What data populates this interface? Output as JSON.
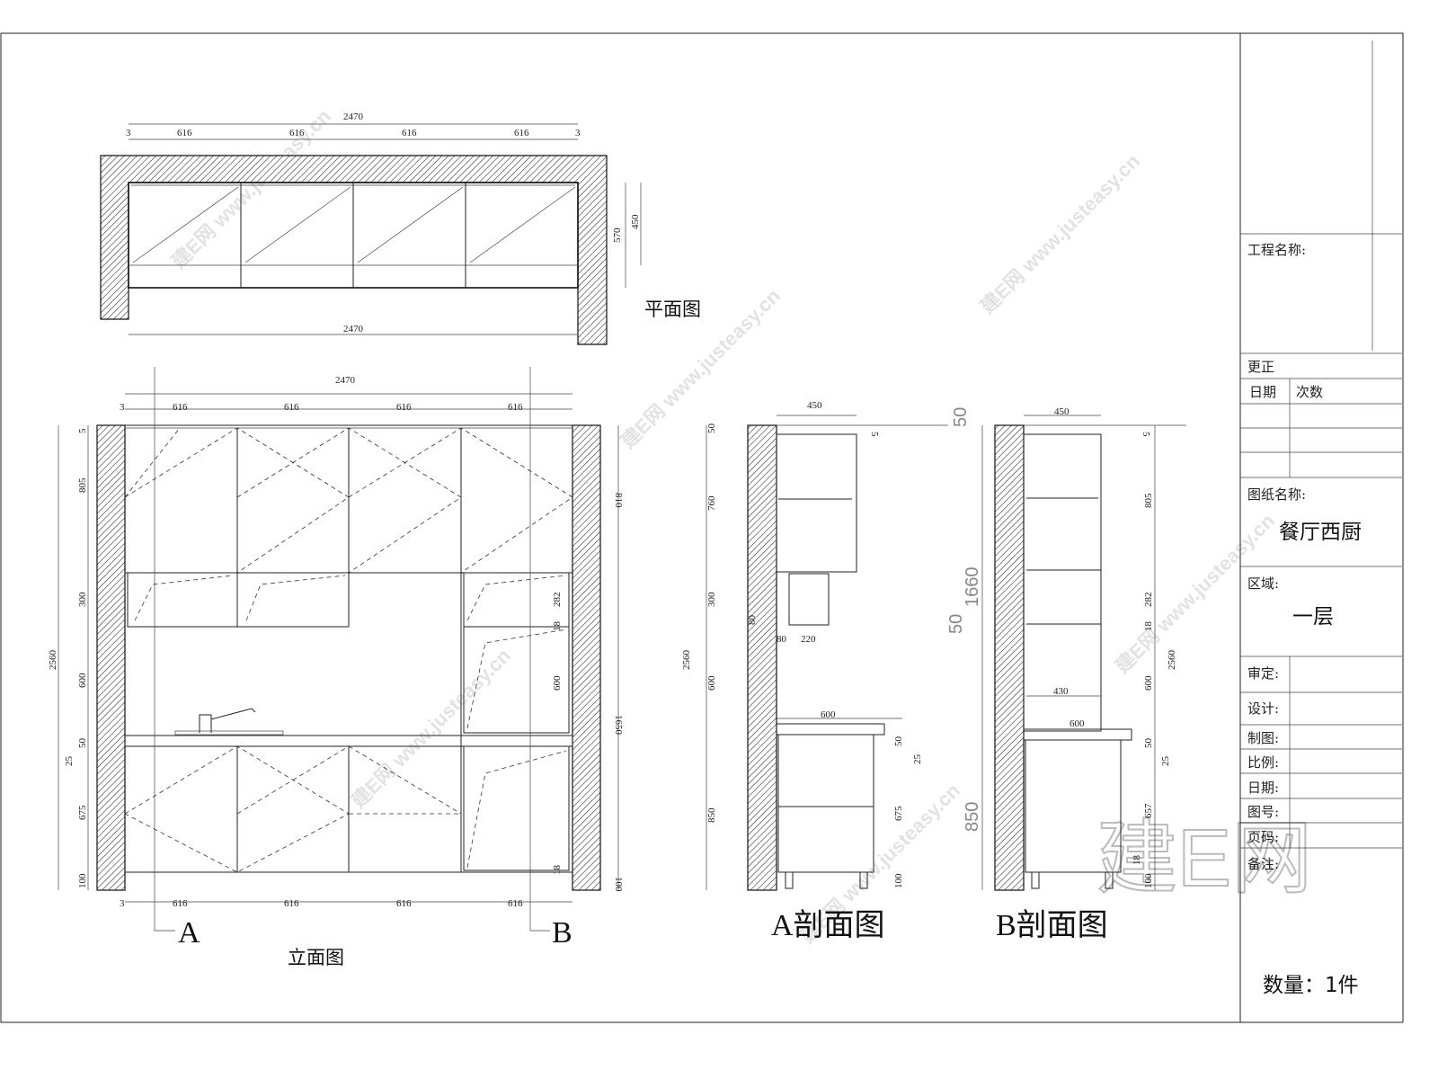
{
  "plan": {
    "title": "平面图",
    "top_total": "2470",
    "top_segments": [
      "616",
      "616",
      "616",
      "616"
    ],
    "edge": "3",
    "bottom_total": "2470",
    "depth_outer": "570",
    "depth_inner": "450"
  },
  "elevation": {
    "title": "立面图",
    "top_total": "2470",
    "segments": [
      "616",
      "616",
      "616",
      "616"
    ],
    "edge": "3",
    "left_dims": [
      "5",
      "805",
      "300",
      "600",
      "50",
      "25",
      "675",
      "100",
      "2560"
    ],
    "right_dims": [
      "810",
      "1650",
      "100"
    ],
    "inner_dims": [
      "282",
      "18",
      "600",
      "18"
    ],
    "section_a": "A",
    "section_b": "B"
  },
  "section_a": {
    "title": "A剖面图",
    "width_top": "450",
    "width_base": "600",
    "left_dims": [
      "50",
      "760",
      "300",
      "600",
      "850",
      "2560"
    ],
    "small_dims": [
      "80",
      "80",
      "220"
    ],
    "right_dims": [
      "5",
      "50",
      "25",
      "675",
      "100"
    ]
  },
  "section_b": {
    "title": "B剖面图",
    "width_top": "450",
    "width_base": "600",
    "inner_width": "430",
    "left_dims": [
      "50",
      "1660",
      "50",
      "850"
    ],
    "right_dims": [
      "5",
      "805",
      "282",
      "18",
      "600",
      "2560",
      "50",
      "25",
      "657",
      "18",
      "100"
    ]
  },
  "title_block": {
    "project_label": "工程名称:",
    "revision_label": "更正",
    "date_col": "日期",
    "count_col": "次数",
    "drawing_name_label": "图纸名称:",
    "drawing_name": "餐厅西厨",
    "area_label": "区域:",
    "area": "一层",
    "rows": [
      "审定:",
      "设计:",
      "制图:",
      "比例:",
      "日期:",
      "图号:",
      "页码:",
      "备注:"
    ],
    "quantity": "数量：1件"
  },
  "watermark": {
    "text": "建E网 www.justeasy.cn",
    "logo": "建E网"
  }
}
